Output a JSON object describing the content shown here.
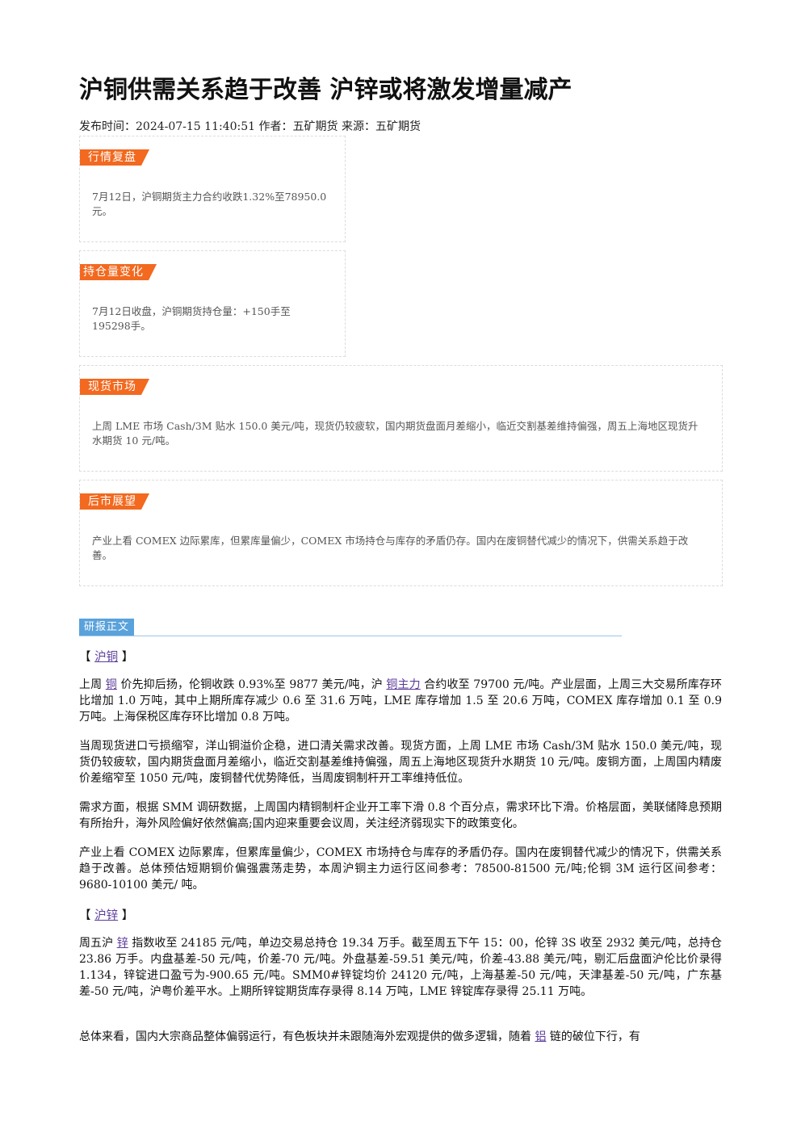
{
  "article": {
    "title": "沪铜供需关系趋于改善 沪锌或将激发增量减产",
    "meta": "发布时间：2024-07-15 11:40:51 作者：五矿期货 来源：五矿期货"
  },
  "boxes": [
    {
      "tag": "行情复盘",
      "text": "7月12日，沪铜期货主力合约收跌1.32%至78950.0元。"
    },
    {
      "tag": "持仓量变化",
      "text": "7月12日收盘，沪铜期货持仓量：+150手至195298手。"
    },
    {
      "tag": "现货市场",
      "text": "上周 LME 市场 Cash/3M 贴水 150.0 美元/吨，现货仍较疲软，国内期货盘面月差缩小，临近交割基差维持偏强，周五上海地区现货升水期货 10 元/吨。"
    },
    {
      "tag": "后市展望",
      "text": "产业上看 COMEX 边际累库，但累库量偏少，COMEX 市场持仓与库存的矛盾仍存。国内在废铜替代减少的情况下，供需关系趋于改善。"
    }
  ],
  "report": {
    "section_label": "研报正文",
    "copper": {
      "bracket_open": "【 ",
      "heading": "沪铜",
      "bracket_close": " 】",
      "p1_a": "上周 ",
      "p1_link1": "铜",
      "p1_b": " 价先抑后扬，伦铜收跌 0.93%至 9877 美元/吨，沪 ",
      "p1_link2": "铜主力",
      "p1_c": " 合约收至 79700 元/吨。产业层面，上周三大交易所库存环比增加 1.0 万吨，其中上期所库存减少 0.6 至 31.6 万吨，LME 库存增加 1.5 至 20.6 万吨，COMEX 库存增加 0.1 至 0.9 万吨。上海保税区库存环比增加 0.8 万吨。",
      "p2": "当周现货进口亏损缩窄，洋山铜溢价企稳，进口清关需求改善。现货方面，上周 LME 市场 Cash/3M 贴水 150.0 美元/吨，现货仍较疲软，国内期货盘面月差缩小，临近交割基差维持偏强，周五上海地区现货升水期货 10 元/吨。废铜方面，上周国内精废价差缩窄至 1050 元/吨，废铜替代优势降低，当周废铜制杆开工率维持低位。",
      "p3": "需求方面，根据 SMM 调研数据，上周国内精铜制杆企业开工率下滑 0.8 个百分点，需求环比下滑。价格层面，美联储降息预期有所抬升，海外风险偏好依然偏高;国内迎来重要会议周，关注经济弱现实下的政策变化。",
      "p4": "产业上看 COMEX 边际累库，但累库量偏少，COMEX 市场持仓与库存的矛盾仍存。国内在废铜替代减少的情况下，供需关系趋于改善。总体预估短期铜价偏强震荡走势，本周沪铜主力运行区间参考：78500-81500 元/吨;伦铜 3M 运行区间参考：9680-10100 美元/ 吨。"
    },
    "zinc": {
      "bracket_open": "【 ",
      "heading": "沪锌",
      "bracket_close": " 】",
      "p1_a": "周五沪 ",
      "p1_link": "锌",
      "p1_b": " 指数收至 24185 元/吨，单边交易总持仓 19.34 万手。截至周五下午 15：00，伦锌 3S 收至 2932 美元/吨，总持仓 23.86 万手。内盘基差-50 元/吨，价差-70 元/吨。外盘基差-59.51 美元/吨，价差-43.88 美元/吨，剔汇后盘面沪伦比价录得 1.134，锌锭进口盈亏为-900.65 元/吨。SMM0#锌锭均价 24120 元/吨，上海基差-50 元/吨，天津基差-50 元/吨，广东基差-50 元/吨，沪粤价差平水。上期所锌锭期货库存录得 8.14 万吨，LME 锌锭库存录得 25.11 万吨。",
      "p2_a": "总体来看，国内大宗商品整体偏弱运行，有色板块并未跟随海外宏观提供的做多逻辑，随着 ",
      "p2_link": "铝",
      "p2_b": " 链的破位下行，有"
    }
  }
}
